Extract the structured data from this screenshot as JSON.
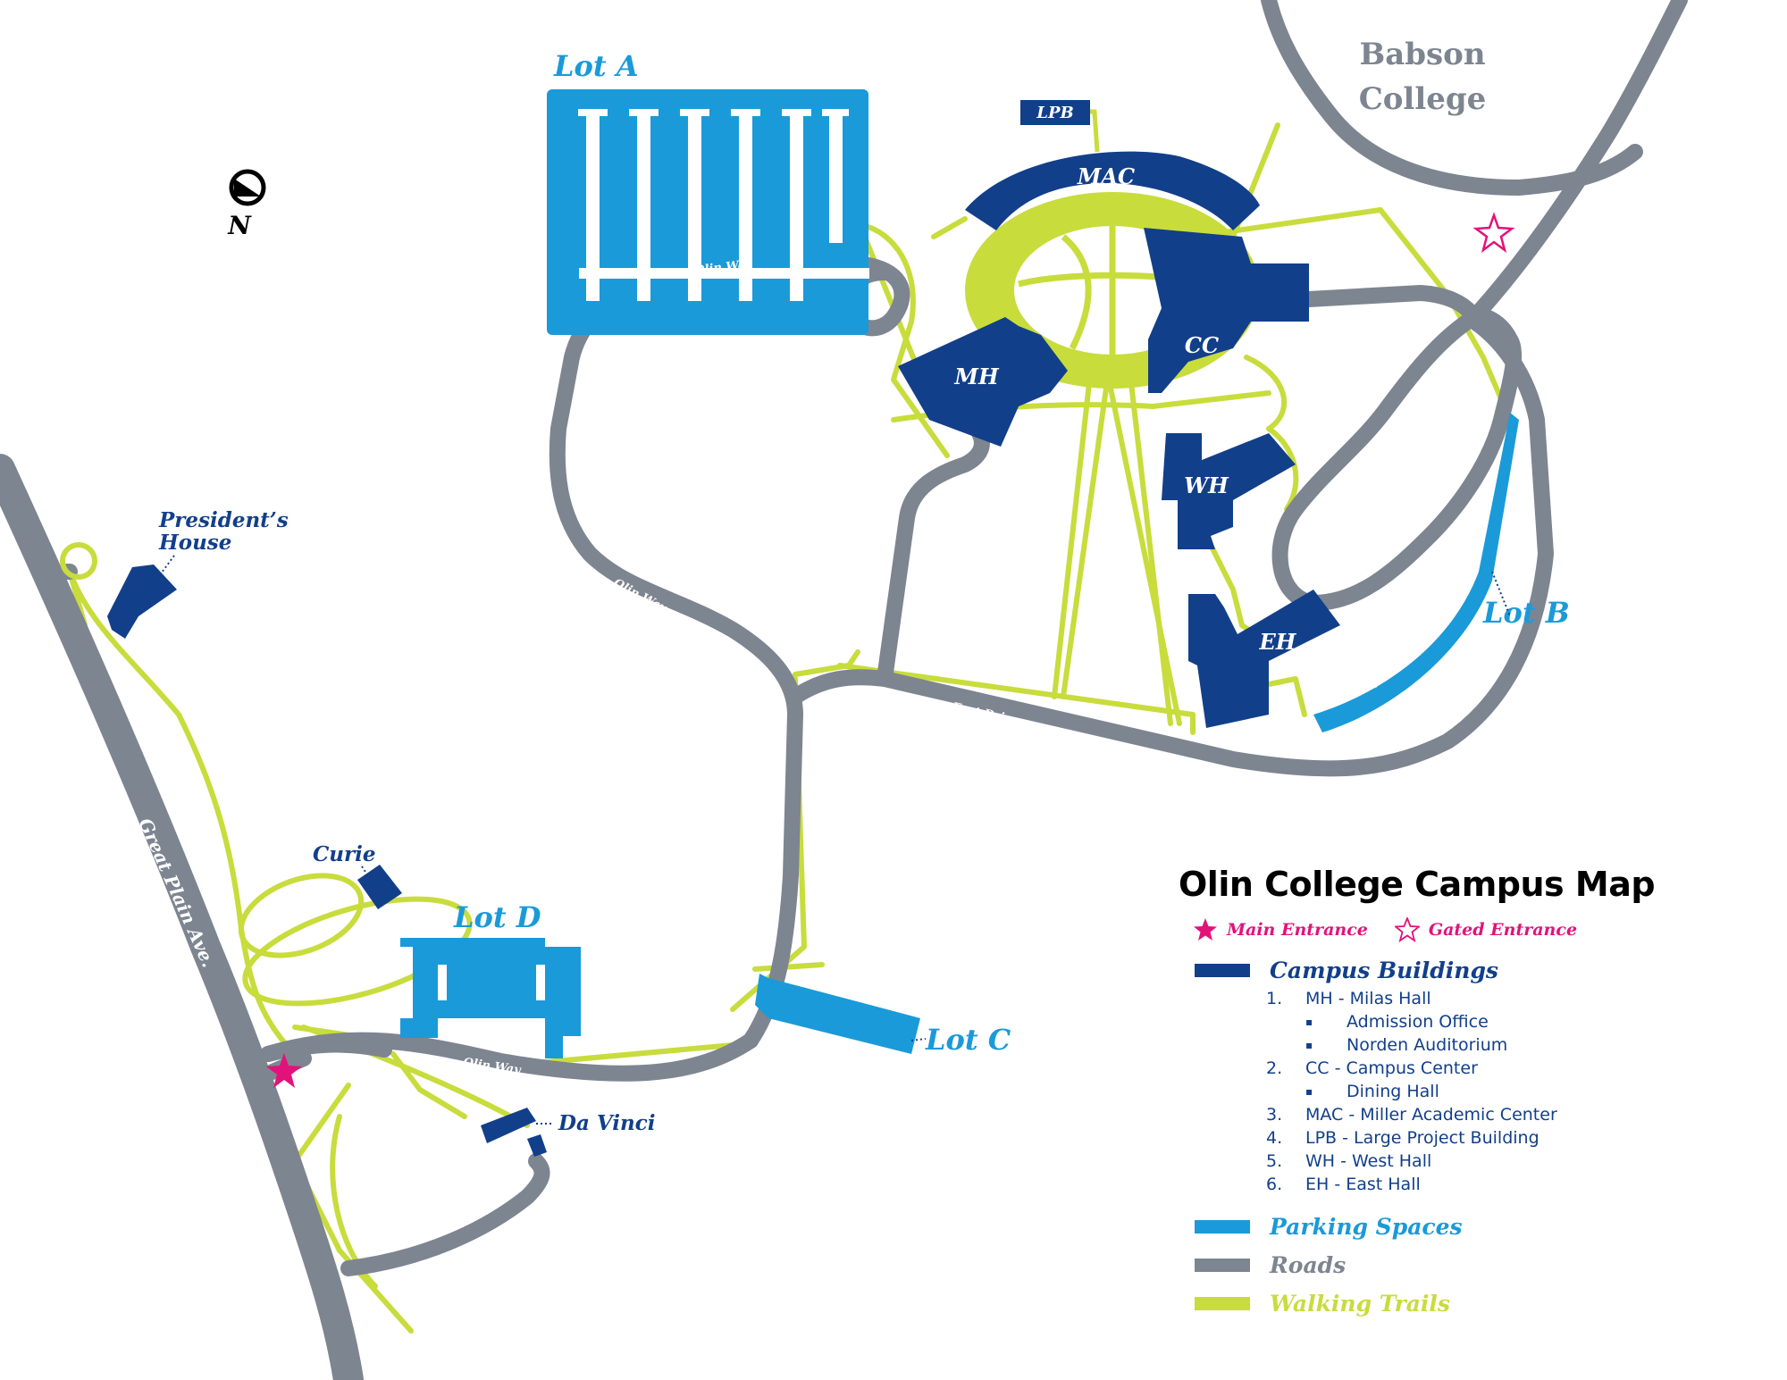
{
  "colors": {
    "building": "#123f8a",
    "parking": "#1a9ad9",
    "road": "#7d8591",
    "trail": "#c8dc3c",
    "entrance": "#e2127a",
    "title": "#000000"
  },
  "map": {
    "north_label": "N",
    "north_icon": "compass-north-icon",
    "neighbor_college": [
      "Babson",
      "College"
    ],
    "roads": {
      "olin_way": "Olin Way",
      "east_drive": "East Drive",
      "map_hill_drive": "Map Hill Drive",
      "great_plain_ave": "Great Plain Ave."
    },
    "buildings": {
      "mac": "MAC",
      "mh": "MH",
      "cc": "CC",
      "lpb": "LPB",
      "wh": "WH",
      "eh": "EH"
    },
    "lots": {
      "a": "Lot A",
      "b": "Lot B",
      "c": "Lot C",
      "d": "Lot D"
    },
    "places": {
      "presidents_house": [
        "President’s",
        "House"
      ],
      "curie": "Curie",
      "da_vinci": "Da Vinci"
    }
  },
  "legend": {
    "title": "Olin College Campus Map",
    "main_entrance": "Main Entrance",
    "gated_entrance": "Gated Entrance",
    "campus_buildings": "Campus Buildings",
    "buildings_list": [
      {
        "num": "1.",
        "text": "MH - Milas Hall",
        "subs": [
          "Admission Office",
          "Norden Auditorium"
        ]
      },
      {
        "num": "2.",
        "text": "CC - Campus Center",
        "subs": [
          "Dining Hall"
        ]
      },
      {
        "num": "3.",
        "text": "MAC - Miller Academic Center",
        "subs": []
      },
      {
        "num": "4.",
        "text": "LPB - Large Project Building",
        "subs": []
      },
      {
        "num": "5.",
        "text": "WH - West Hall",
        "subs": []
      },
      {
        "num": "6.",
        "text": "EH - East Hall",
        "subs": []
      }
    ],
    "bullet_glyph": "▪",
    "parking_spaces": "Parking Spaces",
    "roads": "Roads",
    "walking_trails": "Walking Trails"
  }
}
